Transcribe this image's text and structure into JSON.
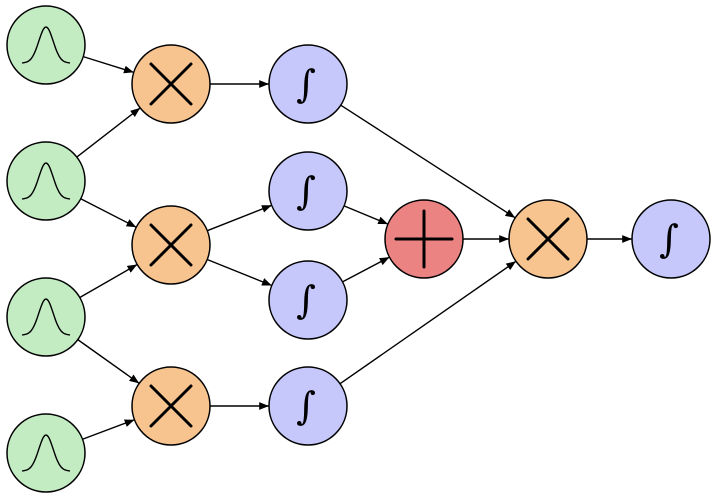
{
  "colors": {
    "gaussian": "#c3ecc3",
    "multiply": "#f7c48f",
    "integral": "#c6c8fb",
    "add": "#ec8383",
    "stroke": "#000000"
  },
  "symbols": {
    "integral": "∫"
  },
  "nodes": [
    {
      "id": "g1",
      "kind": "gaussian",
      "icon": "gaussian-curve-icon"
    },
    {
      "id": "g2",
      "kind": "gaussian",
      "icon": "gaussian-curve-icon"
    },
    {
      "id": "g3",
      "kind": "gaussian",
      "icon": "gaussian-curve-icon"
    },
    {
      "id": "g4",
      "kind": "gaussian",
      "icon": "gaussian-curve-icon"
    },
    {
      "id": "m1",
      "kind": "multiply",
      "icon": "times-icon"
    },
    {
      "id": "m2",
      "kind": "multiply",
      "icon": "times-icon"
    },
    {
      "id": "m3",
      "kind": "multiply",
      "icon": "times-icon"
    },
    {
      "id": "i1",
      "kind": "integral",
      "icon": "integral-icon"
    },
    {
      "id": "i2",
      "kind": "integral",
      "icon": "integral-icon"
    },
    {
      "id": "i3",
      "kind": "integral",
      "icon": "integral-icon"
    },
    {
      "id": "i4",
      "kind": "integral",
      "icon": "integral-icon"
    },
    {
      "id": "a1",
      "kind": "add",
      "icon": "plus-icon"
    },
    {
      "id": "m4",
      "kind": "multiply",
      "icon": "times-icon"
    },
    {
      "id": "i5",
      "kind": "integral",
      "icon": "integral-icon"
    }
  ],
  "edges": [
    [
      "g1",
      "m1"
    ],
    [
      "g2",
      "m1"
    ],
    [
      "g2",
      "m2"
    ],
    [
      "g3",
      "m2"
    ],
    [
      "g3",
      "m3"
    ],
    [
      "g4",
      "m3"
    ],
    [
      "m1",
      "i1"
    ],
    [
      "m2",
      "i2"
    ],
    [
      "m2",
      "i3"
    ],
    [
      "m3",
      "i4"
    ],
    [
      "i2",
      "a1"
    ],
    [
      "i3",
      "a1"
    ],
    [
      "i1",
      "m4"
    ],
    [
      "a1",
      "m4"
    ],
    [
      "i4",
      "m4"
    ],
    [
      "m4",
      "i5"
    ]
  ]
}
